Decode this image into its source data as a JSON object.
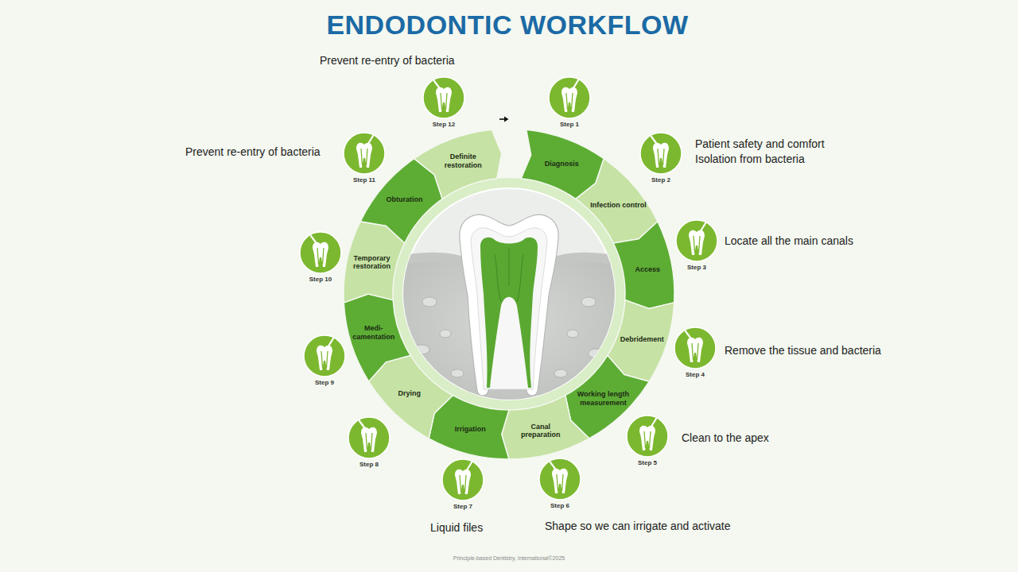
{
  "diagram": {
    "title": "ENDODONTIC WORKFLOW",
    "nodes": [
      {
        "text": [
          "Diagnosis"
        ]
      },
      {
        "text": [
          "Infection control"
        ]
      },
      {
        "text": [
          "Access"
        ]
      },
      {
        "text": [
          "Debridement"
        ]
      },
      {
        "text": [
          "Working length measurement"
        ]
      },
      {
        "text": [
          "Canal preparation"
        ]
      },
      {
        "text": [
          "Irrigation"
        ]
      },
      {
        "text": [
          "Drying"
        ]
      },
      {
        "text": [
          "Medi- camentation"
        ]
      },
      {
        "text": [
          "Temporary restoration"
        ]
      },
      {
        "text": [
          "Obturation"
        ]
      },
      {
        "text": [
          "Definite restoration"
        ]
      },
      {
        "text": [
          "Step 1"
        ]
      },
      {
        "text": [
          "Step 2"
        ]
      },
      {
        "text": [
          "Step 3"
        ]
      },
      {
        "text": [
          "Step 4"
        ]
      },
      {
        "text": [
          "Step 5"
        ]
      },
      {
        "text": [
          "Step 6"
        ]
      },
      {
        "text": [
          "Step 7"
        ]
      },
      {
        "text": [
          "Step 8"
        ]
      },
      {
        "text": [
          "Step 9"
        ]
      },
      {
        "text": [
          "Step 10"
        ]
      },
      {
        "text": [
          "Step 11"
        ]
      },
      {
        "text": [
          "Step 12"
        ]
      }
    ],
    "labels": [
      "Prevent re-entry of bacteria",
      "Prevent re-entry of bacteria",
      "Patient safety and comfort",
      "Isolation from bacteria",
      "Locate all the main canals",
      "Remove the tissue and bacteria",
      "Clean to the apex",
      "Shape so we can irrigate and activate",
      "Liquid files",
      "Principle-based Dentistry, International©2025"
    ]
  }
}
